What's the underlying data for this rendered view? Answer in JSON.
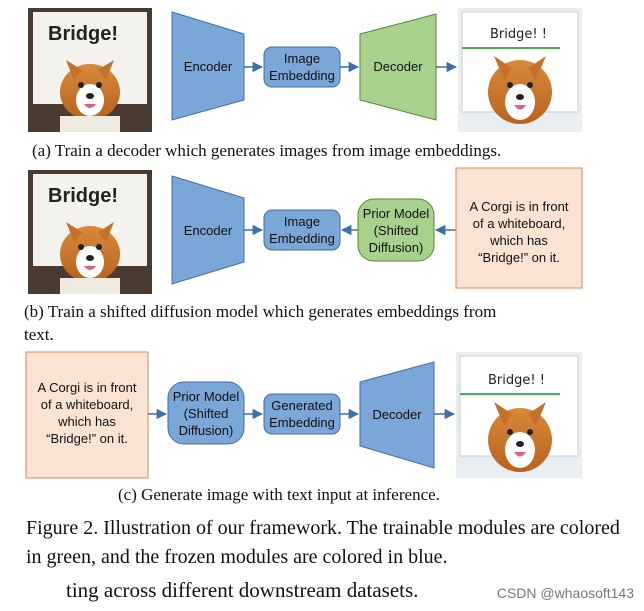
{
  "images": {
    "whiteboard_text": "Bridge!",
    "whiteboard_text_alt": "Bridge!  !"
  },
  "row_a": {
    "encoder": "Encoder",
    "embedding": [
      "Image",
      "Embedding"
    ],
    "decoder": "Decoder",
    "caption": "(a) Train a decoder which generates images from image embeddings."
  },
  "row_b": {
    "encoder": "Encoder",
    "embedding": [
      "Image",
      "Embedding"
    ],
    "prior": [
      "Prior Model",
      "(Shifted",
      "Diffusion)"
    ],
    "text_input": [
      "A Corgi is in front",
      "of a whiteboard,",
      "which has",
      "“Bridge!” on it."
    ],
    "caption_line1": "(b) Train a shifted diffusion model which generates embeddings from",
    "caption_line2": "text."
  },
  "row_c": {
    "text_input": [
      "A Corgi is in front",
      "of a whiteboard,",
      "which has",
      "“Bridge!” on it."
    ],
    "prior": [
      "Prior Model",
      "(Shifted",
      "Diffusion)"
    ],
    "embedding": [
      "Generated",
      "Embedding"
    ],
    "decoder": "Decoder",
    "caption": "(c) Generate image with text input at inference."
  },
  "figure_caption": "Figure 2. Illustration of our framework. The trainable modules are colored in green, and the frozen modules are colored in blue.",
  "body_text": "ting across different downstream datasets.",
  "watermark": "CSDN @whaosoft143",
  "colors": {
    "frozen_blue": "#7aa6d8",
    "frozen_border": "#3f6fa8",
    "trainable_green": "#a9d18e",
    "trainable_border": "#4f8a2e",
    "text_box_fill": "#fbe3d3",
    "text_box_border": "#e59a6a",
    "arrow": "#3f6fa8"
  }
}
